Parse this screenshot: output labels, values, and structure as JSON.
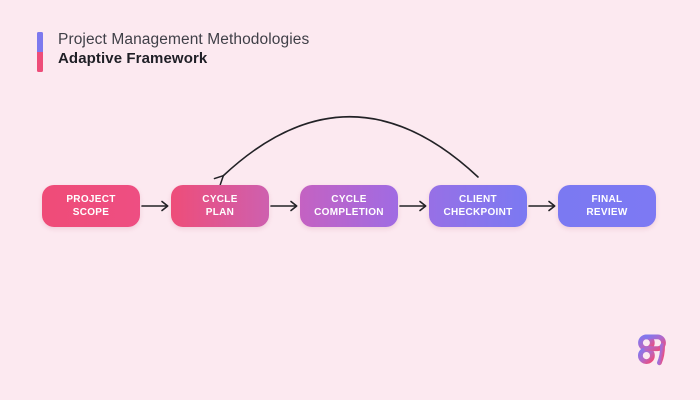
{
  "page": {
    "background": "#fce9f0"
  },
  "header": {
    "title": "Project Management Methodologies",
    "subtitle": "Adaptive Framework",
    "accent_top_color": "#7d79ee",
    "accent_bottom_color": "#ee4d79",
    "title_color": "#3f3f47",
    "subtitle_color": "#1f1f26"
  },
  "diagram": {
    "type": "flowchart",
    "steps": [
      {
        "line1": "PROJECT",
        "line2": "SCOPE",
        "color_from": "#ef4c78",
        "color_to": "#ee4e82"
      },
      {
        "line1": "CYCLE",
        "line2": "PLAN",
        "color_from": "#ee4d79",
        "color_to": "#ce60af"
      },
      {
        "line1": "CYCLE",
        "line2": "COMPLETION",
        "color_from": "#c462c2",
        "color_to": "#a06be3"
      },
      {
        "line1": "CLIENT",
        "line2": "CHECKPOINT",
        "color_from": "#9770e6",
        "color_to": "#7b79f2"
      },
      {
        "line1": "FINAL",
        "line2": "REVIEW",
        "color_from": "#7b79f2",
        "color_to": "#7d79f3"
      }
    ],
    "feedback_loop": {
      "from_step": "CLIENT CHECKPOINT",
      "to_step": "CYCLE PLAN"
    },
    "arrow_color": "#222226",
    "step_text_color": "#ffffff"
  },
  "logo": {
    "gradient_from": "#8178ee",
    "gradient_mid": "#b368c9",
    "gradient_to": "#ef4b79"
  }
}
